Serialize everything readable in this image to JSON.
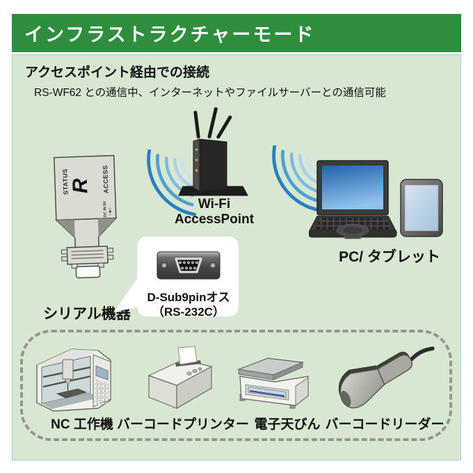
{
  "header": {
    "title": "インフラストラクチャーモード"
  },
  "intro": {
    "heading": "アクセスポイント経由での接続",
    "description": "RS-WF62 との通信中、インターネットやファイルサーバーとの通信可能"
  },
  "devices": {
    "serial": {
      "label": "シリアル機器",
      "status_text": "STATUS",
      "access_text": "ACCESS",
      "power_text": "DC IN 5V",
      "logo_mark": "R"
    },
    "access_point": {
      "line1": "Wi-Fi",
      "line2": "AccessPoint"
    },
    "pc_tablet": {
      "label": "PC/ タブレット"
    }
  },
  "callout": {
    "line1": "D-Sub9pinオス",
    "line2": "（RS-232C）"
  },
  "peripherals": {
    "items": [
      "NC 工作機",
      "バーコードプリンター",
      "電子天びん",
      "バーコードリーダー"
    ]
  },
  "colors": {
    "header_green": "#2F8D3E",
    "panel_green": "#D7E7D2",
    "panel_border": "#A9CCD9",
    "wifi_blue_dark": "#2B7FC0",
    "wifi_blue_light": "#C9E2F1",
    "dashed_border": "#96968F",
    "text": "#111111"
  }
}
